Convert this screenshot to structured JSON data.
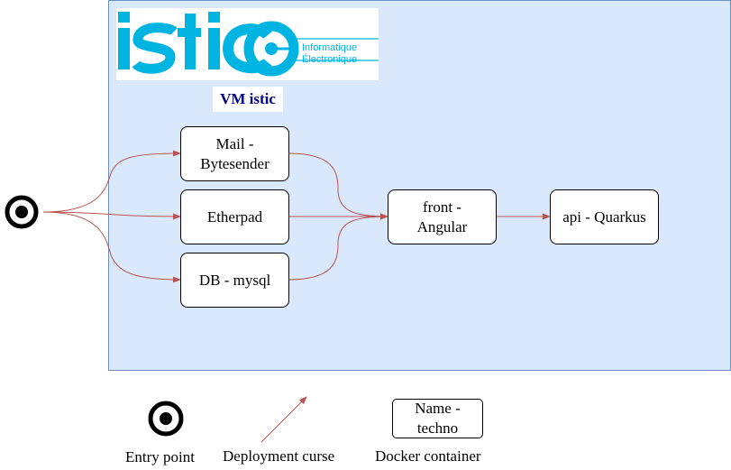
{
  "logo": {
    "brand_text": "istic",
    "line1": "Informatique",
    "line2": "Électronique"
  },
  "vm": {
    "title": "VM istic"
  },
  "nodes": {
    "mail": "Mail -\nBytesender",
    "etherpad": "Etherpad",
    "db": "DB - mysql",
    "front": "front -\nAngular",
    "api": "api - Quarkus"
  },
  "legend": {
    "entry_point": "Entry point",
    "deployment_curse": "Deployment curse",
    "container_example": "Name -\ntechno",
    "docker_container": "Docker container"
  },
  "colors": {
    "vm_fill": "#dae8fc",
    "vm_border": "#6c8ebf",
    "edge": "#b85450",
    "logo_cyan": "#00b4e1",
    "title_navy": "#000080"
  }
}
